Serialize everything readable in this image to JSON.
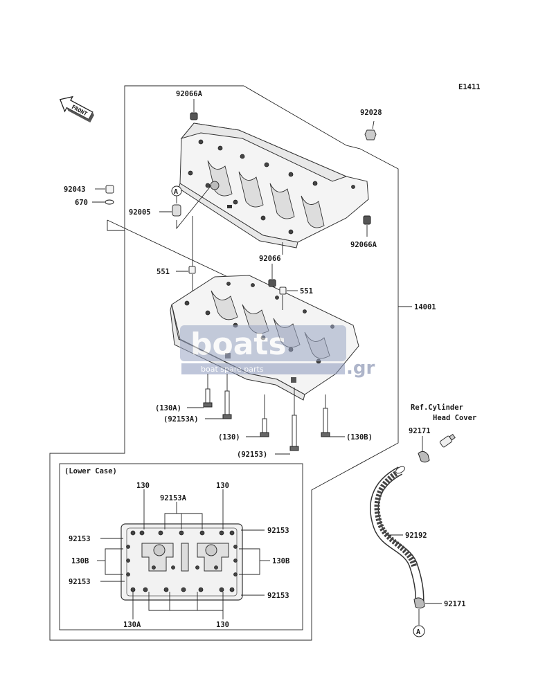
{
  "diagram_id": "E1411",
  "front_label": "FRONT",
  "inset_title": "(Lower Case)",
  "ref_note": {
    "line1": "Ref.Cylinder",
    "line2": "Head Cover"
  },
  "watermark": {
    "brand": "boats",
    "tagline": "boat spare parts",
    "suffix": ".gr"
  },
  "labels": {
    "p92066A_top": "92066A",
    "p92028": "92028",
    "p92043": "92043",
    "p670": "670",
    "p92005": "92005",
    "p92066A_right": "92066A",
    "p92066": "92066",
    "p551_left": "551",
    "p551_right": "551",
    "p14001": "14001",
    "p130A": "(130A)",
    "p92153A": "(92153A)",
    "p130": "(130)",
    "p130B": "(130B)",
    "p92153": "(92153)",
    "p92171_top": "92171",
    "p92192": "92192",
    "p92171_bot": "92171",
    "ref_a_top": "A",
    "ref_a_bot": "A"
  },
  "inset_labels": {
    "i130_left": "130",
    "i130_right": "130",
    "i92153A": "92153A",
    "i92153_tl": "92153",
    "i92153_tr": "92153",
    "i130B_left": "130B",
    "i130B_right": "130B",
    "i92153_bl": "92153",
    "i92153_br": "92153",
    "i130A": "130A",
    "i130_bottom": "130"
  }
}
